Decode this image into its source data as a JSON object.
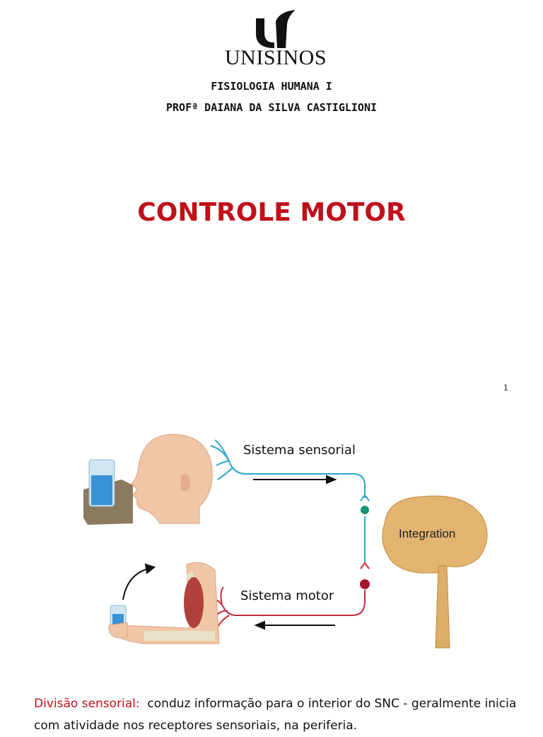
{
  "header": {
    "logo_text": "UNISINOS",
    "course": "FISIOLOGIA HUMANA I",
    "professor": "PROFª DAIANA DA SILVA CASTIGLIONI"
  },
  "title": "CONTROLE MOTOR",
  "page_number": "1",
  "figure": {
    "sensory_label": "Sistema sensorial",
    "motor_label": "Sistema motor",
    "brain_label": "Integration",
    "colors": {
      "sensory": "#2aa7c9",
      "motor": "#c8283a",
      "junction_sensory": "#17957a",
      "junction_motor": "#a3162a"
    }
  },
  "body": {
    "term": "Divisão sensorial:",
    "text": "conduz informação para o interior do SNC - geralmente inicia com atividade nos receptores sensoriais, na periferia."
  }
}
